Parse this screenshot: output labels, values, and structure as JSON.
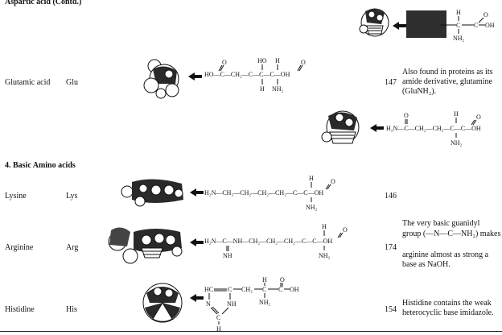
{
  "header": {
    "section_title": "Aspartic acid (Contd.)"
  },
  "section4": {
    "heading": "4.  Basic Amino acids"
  },
  "rows": {
    "glutamic": {
      "name": "Glutamic acid",
      "abbr": "Glu",
      "mass": "147",
      "note": "Also found in proteins as its amide derivative, glutamine (GluNH₂)."
    },
    "lysine": {
      "name": "Lysine",
      "abbr": "Lys",
      "mass": "146"
    },
    "arginine": {
      "name": "Arginine",
      "abbr": "Arg",
      "mass": "174",
      "note_line1": "The very basic guanidyl",
      "note_line2": "group (—N—C—NH₂) makes",
      "note_line3": "arginine almost as strong a",
      "note_line4": "base as NaOH."
    },
    "histidine": {
      "name": "Histidine",
      "abbr": "His",
      "mass": "154",
      "note_line1": "Histidine contains the weak",
      "note_line2": "heterocyclic base imidazole."
    }
  },
  "formulas": {
    "aspartic_top": {
      "nh2": "NH₂",
      "oh": "OH",
      "o": "O",
      "h": "H",
      "c": "C",
      "ch": "C"
    },
    "glutamic": {
      "main": "HO—C—CH₂—C—C—C—OH",
      "ho": "HO",
      "h": "H",
      "nh2": "NH₂",
      "h_bottom": "H",
      "o_left": "O",
      "o_right": "O"
    },
    "glutamine": {
      "main": "H₂N—C—CH₂—CH₂—C—C—OH",
      "h": "H",
      "nh2": "NH₂",
      "o_left": "O",
      "o_right": "O"
    },
    "lysine": {
      "main": "H₂N—CH₂—CH₂—CH₂—CH₂—C—C—OH",
      "h": "H",
      "nh2": "NH₂",
      "o": "O"
    },
    "arginine": {
      "main": "H₂N—C—NH—CH₂—CH₂—CH₂—C—C—OH",
      "nh": "NH",
      "h": "H",
      "nh2": "NH₂",
      "o": "O"
    },
    "histidine": {
      "hc": "HC",
      "c": "C",
      "ch2": "CH₂",
      "c2": "C",
      "c3": "C",
      "oh": "OH",
      "n": "N",
      "nh": "NH",
      "h_bottom": "H",
      "c_bottom": "C",
      "h_top": "H",
      "nh2": "NH₂",
      "o": "O"
    }
  }
}
